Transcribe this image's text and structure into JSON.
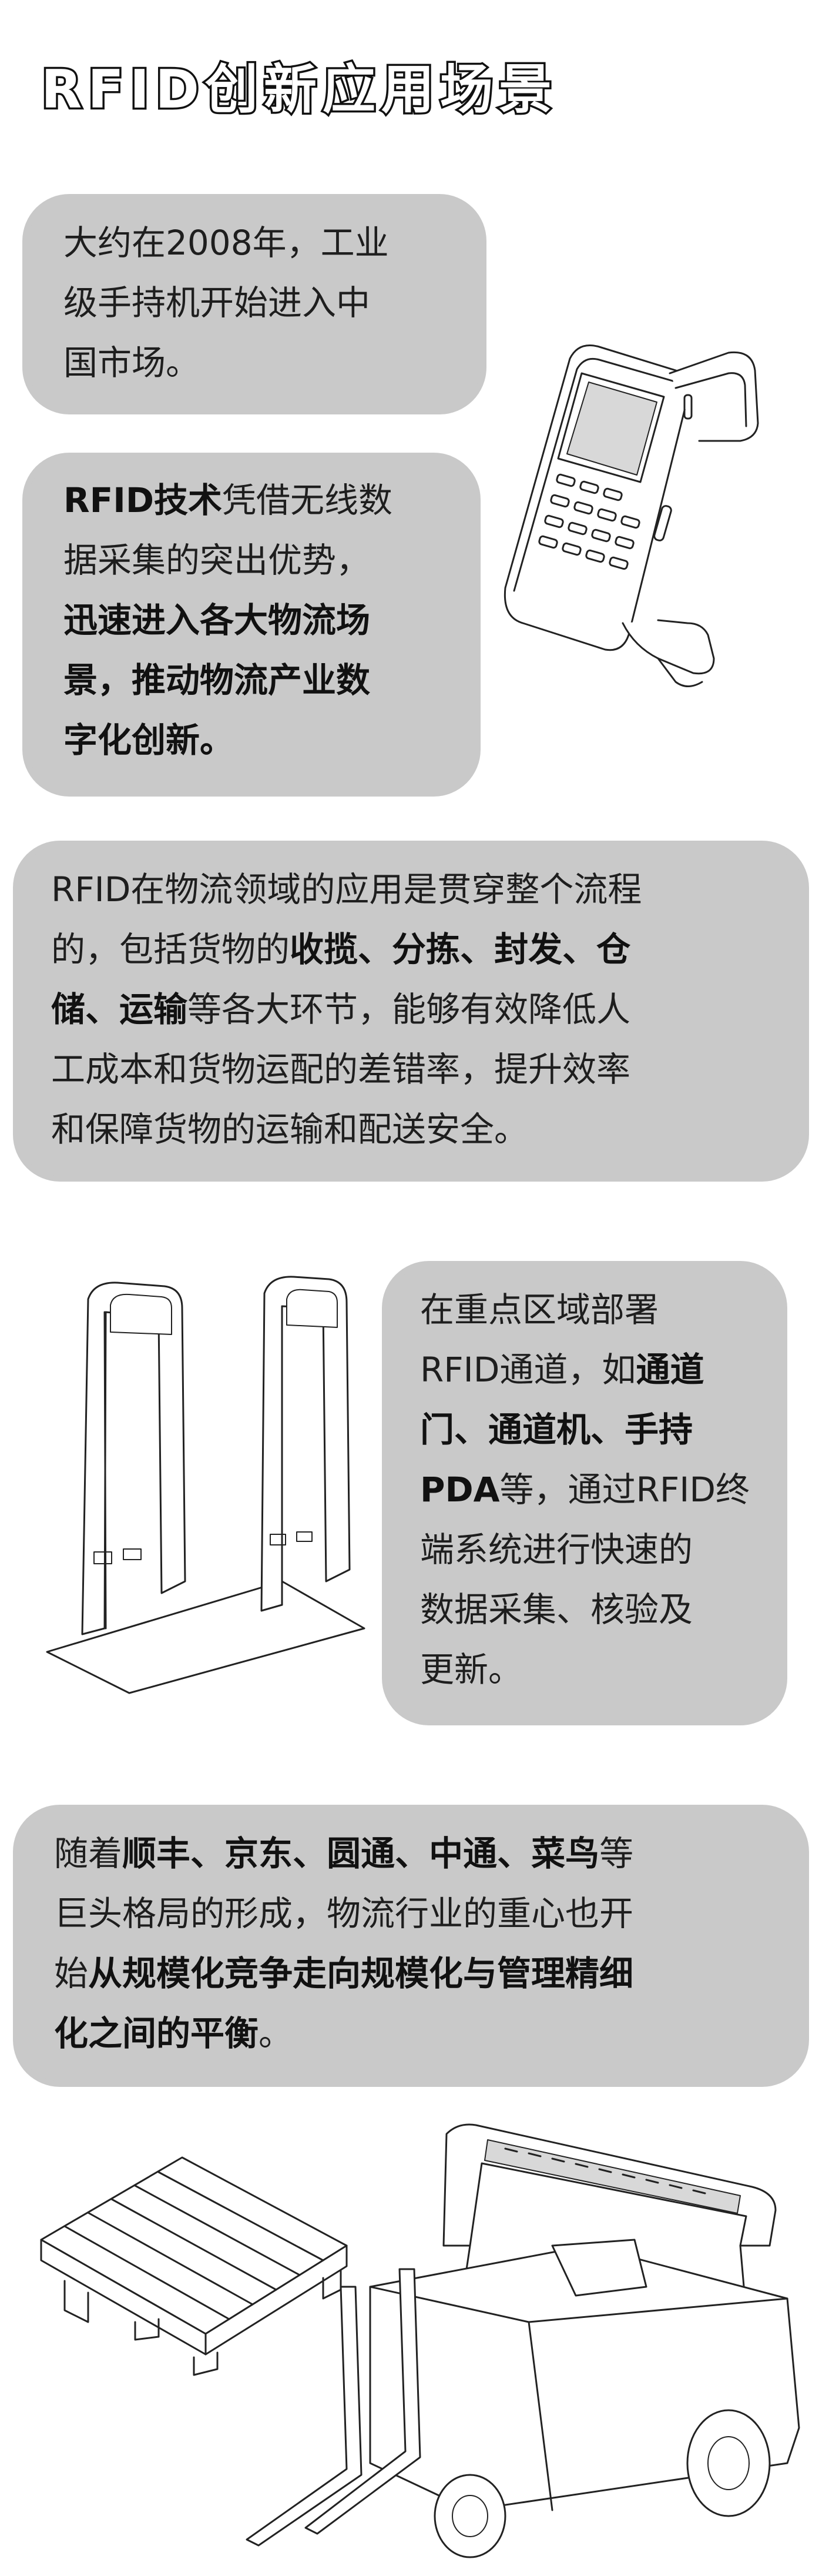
{
  "title": "RFID创新应用场景",
  "section1": {
    "lines": [
      "大约在2008年，工业",
      "级手持机开始进入中",
      "国市场。"
    ]
  },
  "section2": {
    "line1_bold": "RFID技术",
    "line1_rest": "凭借无线数",
    "line2": "据采集的突出优势，",
    "line3_bold": "迅速进入各大物流场",
    "line4_bold": "景，推动物流产业数",
    "line5_bold": "字化创新。"
  },
  "section3": {
    "line1": "RFID在物流领域的应用是贯穿整个流程",
    "line2_a": "的，包括货物的",
    "line2_b1": "收揽",
    "line2_sep1": "、",
    "line2_b2": "分拣",
    "line2_sep2": "、",
    "line2_b3": "封发",
    "line2_sep3": "、",
    "line2_b4": "仓",
    "line3_b1": "储",
    "line3_sep1": "、",
    "line3_b2": "运输",
    "line3_rest": "等各大环节，能够有效降低人",
    "line4": "工成本和货物运配的差错率，提升效率",
    "line5": "和保障货物的运输和配送安全。"
  },
  "section4": {
    "line1": "在重点区域部署",
    "line2_a": "RFID通道，如",
    "line2_b": "通道",
    "line3_b": "门、通道机、手持",
    "line4_b": "PDA",
    "line4_rest": "等，通过RFID终",
    "line5": "端系统进行快速的",
    "line6": "数据采集、核验及",
    "line7": "更新。"
  },
  "section5": {
    "line1_a": "随着",
    "line1_b1": "顺丰",
    "line1_sep1": "、",
    "line1_b2": "京东",
    "line1_sep2": "、",
    "line1_b3": "圆通",
    "line1_sep3": "、",
    "line1_b4": "中通",
    "line1_sep4": "、",
    "line1_b5": "菜鸟",
    "line1_c": "等",
    "line2": "巨头格局的形成，物流行业的重心也开",
    "line3_a": "始",
    "line3_b": "从规模化竞争走向规模化与管理精细",
    "line4_b": "化之间的平衡",
    "line4_c": "。"
  }
}
